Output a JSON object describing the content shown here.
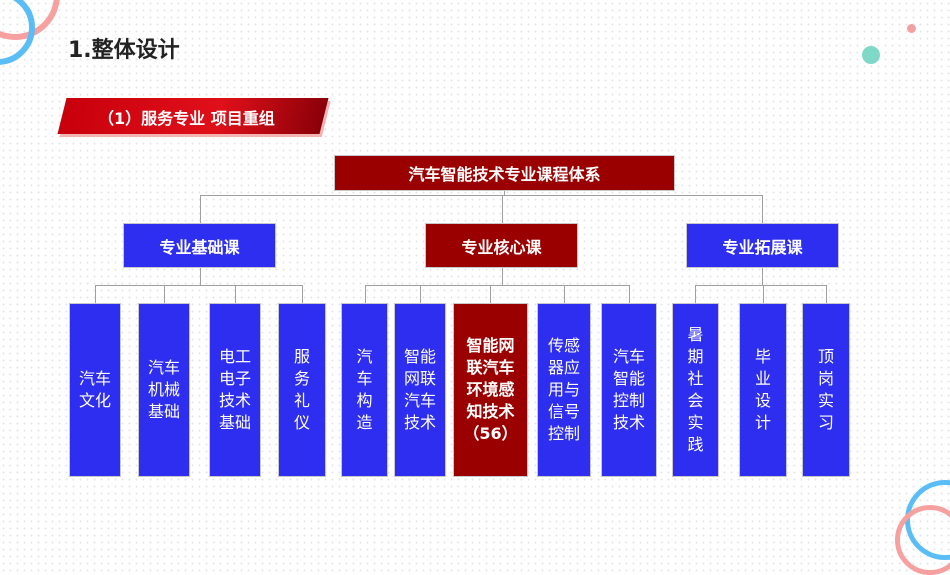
{
  "title": "1.整体设计",
  "banner": "（1）服务专业 项目重组",
  "root": "汽车智能技术专业课程体系",
  "groups": [
    {
      "label": "专业基础课",
      "items": [
        "汽车\n文化",
        "汽车\n机械\n基础",
        "电工\n电子\n技术\n基础",
        "服\n务\n礼\n仪"
      ]
    },
    {
      "label": "专业核心课",
      "items": [
        "汽\n车\n构\n造",
        "智能\n网联\n汽车\n技术",
        "智能网\n联汽车\n环境感\n知技术\n（56）",
        "传感\n器应\n用与\n信号\n控制",
        "汽车\n智能\n控制\n技术"
      ]
    },
    {
      "label": "专业拓展课",
      "items": [
        "暑\n期\n社\n会\n实\n践",
        "毕\n业\n设\n计",
        "顶\n岗\n实\n习"
      ]
    }
  ],
  "colors": {
    "blue": "#2e2ef0",
    "red": "#9b0000"
  }
}
